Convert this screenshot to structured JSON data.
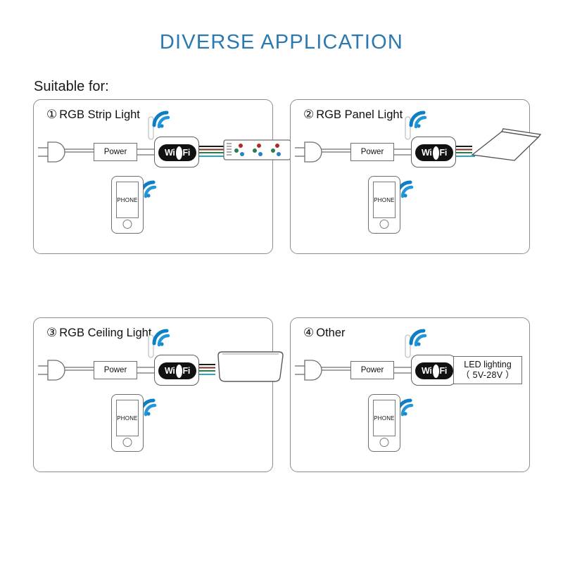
{
  "header": {
    "title": "DIVERSE APPLICATION",
    "title_color": "#2a79b0",
    "subtitle": "Suitable for:"
  },
  "common": {
    "power_label": "Power",
    "phone_label": "PHONE",
    "wifi_mark_left": "Wi",
    "wifi_mark_right": "Fi",
    "wire_colors": [
      "#1a1a1a",
      "#7a2f22",
      "#2e7a4f",
      "#2aa8bf"
    ],
    "signal_color": "#1f8fd6",
    "icons": {
      "plug": "power-plug-icon",
      "antenna": "antenna-icon",
      "signal": "wifi-signal-icon",
      "phone": "smartphone-icon"
    }
  },
  "panels": [
    {
      "number": "①",
      "label": "RGB Strip Light",
      "device": "led-strip",
      "led_clusters": 3,
      "led_dot_colors": {
        "red": "#b02a2a",
        "green": "#2e7a4f",
        "blue": "#2b7fc4"
      }
    },
    {
      "number": "②",
      "label": "RGB Panel Light",
      "device": "flat-panel-light"
    },
    {
      "number": "③",
      "label": "RGB Ceiling Light",
      "device": "ceiling-light"
    },
    {
      "number": "④",
      "label": "Other",
      "device": "led-lighting-box",
      "ledbox_line1": "LED lighting",
      "ledbox_line2": "（ 5V-28V ）"
    }
  ]
}
